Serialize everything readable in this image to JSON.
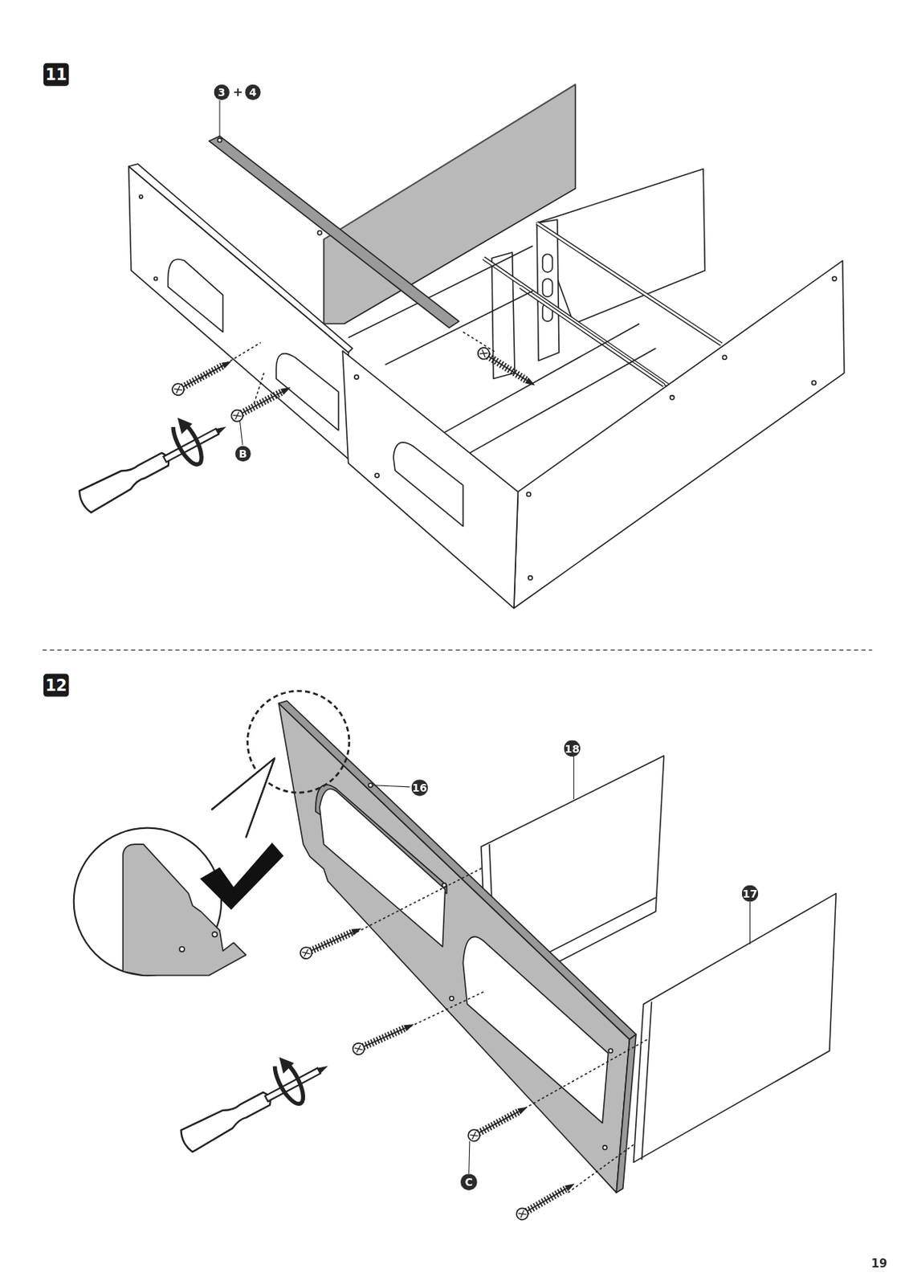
{
  "diagram": {
    "nodes": [
      {
        "text": [
          "11"
        ]
      },
      {
        "text": [
          "3"
        ]
      },
      {
        "text": [
          "4"
        ]
      },
      {
        "text": [
          "B"
        ]
      },
      {
        "text": [
          "12"
        ]
      },
      {
        "text": [
          "16"
        ]
      },
      {
        "text": [
          "18"
        ]
      },
      {
        "text": [
          "17"
        ]
      },
      {
        "text": [
          "C"
        ]
      }
    ],
    "labels": [
      "+",
      "19"
    ]
  }
}
